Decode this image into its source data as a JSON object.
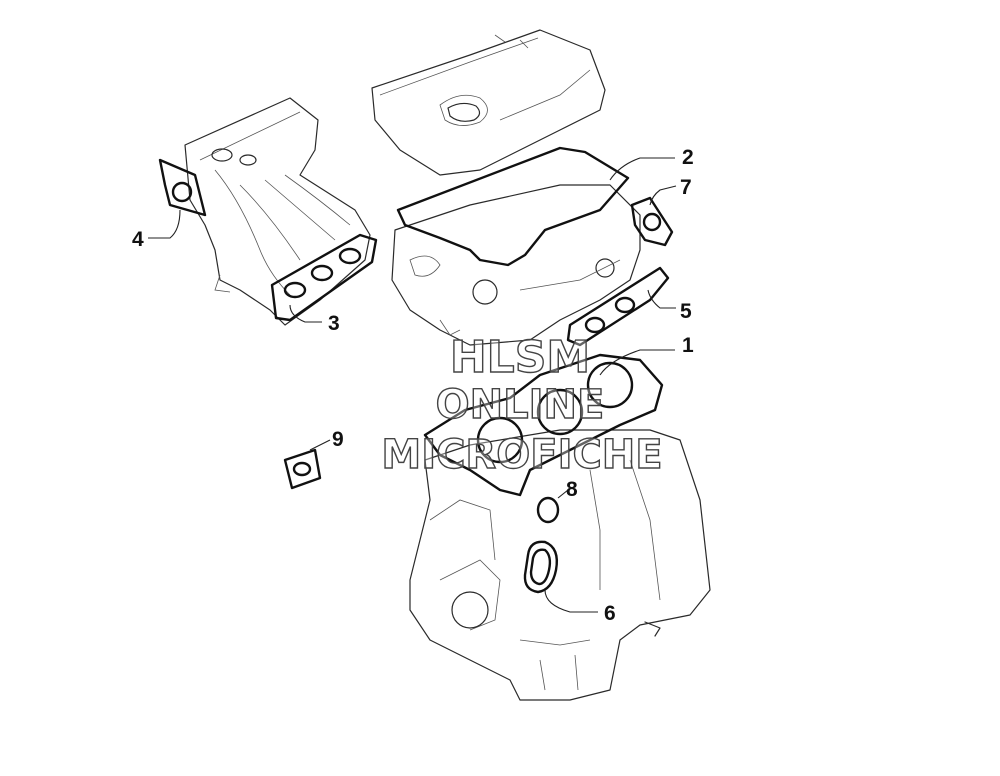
{
  "callouts": [
    {
      "id": "1",
      "label": "1"
    },
    {
      "id": "2",
      "label": "2"
    },
    {
      "id": "3",
      "label": "3"
    },
    {
      "id": "4",
      "label": "4"
    },
    {
      "id": "5",
      "label": "5"
    },
    {
      "id": "6",
      "label": "6"
    },
    {
      "id": "7",
      "label": "7"
    },
    {
      "id": "8",
      "label": "8"
    },
    {
      "id": "9",
      "label": "9"
    }
  ],
  "watermark": {
    "line1": "HLSM",
    "line2": "ONLINE",
    "line3": "MICROFICHE"
  }
}
